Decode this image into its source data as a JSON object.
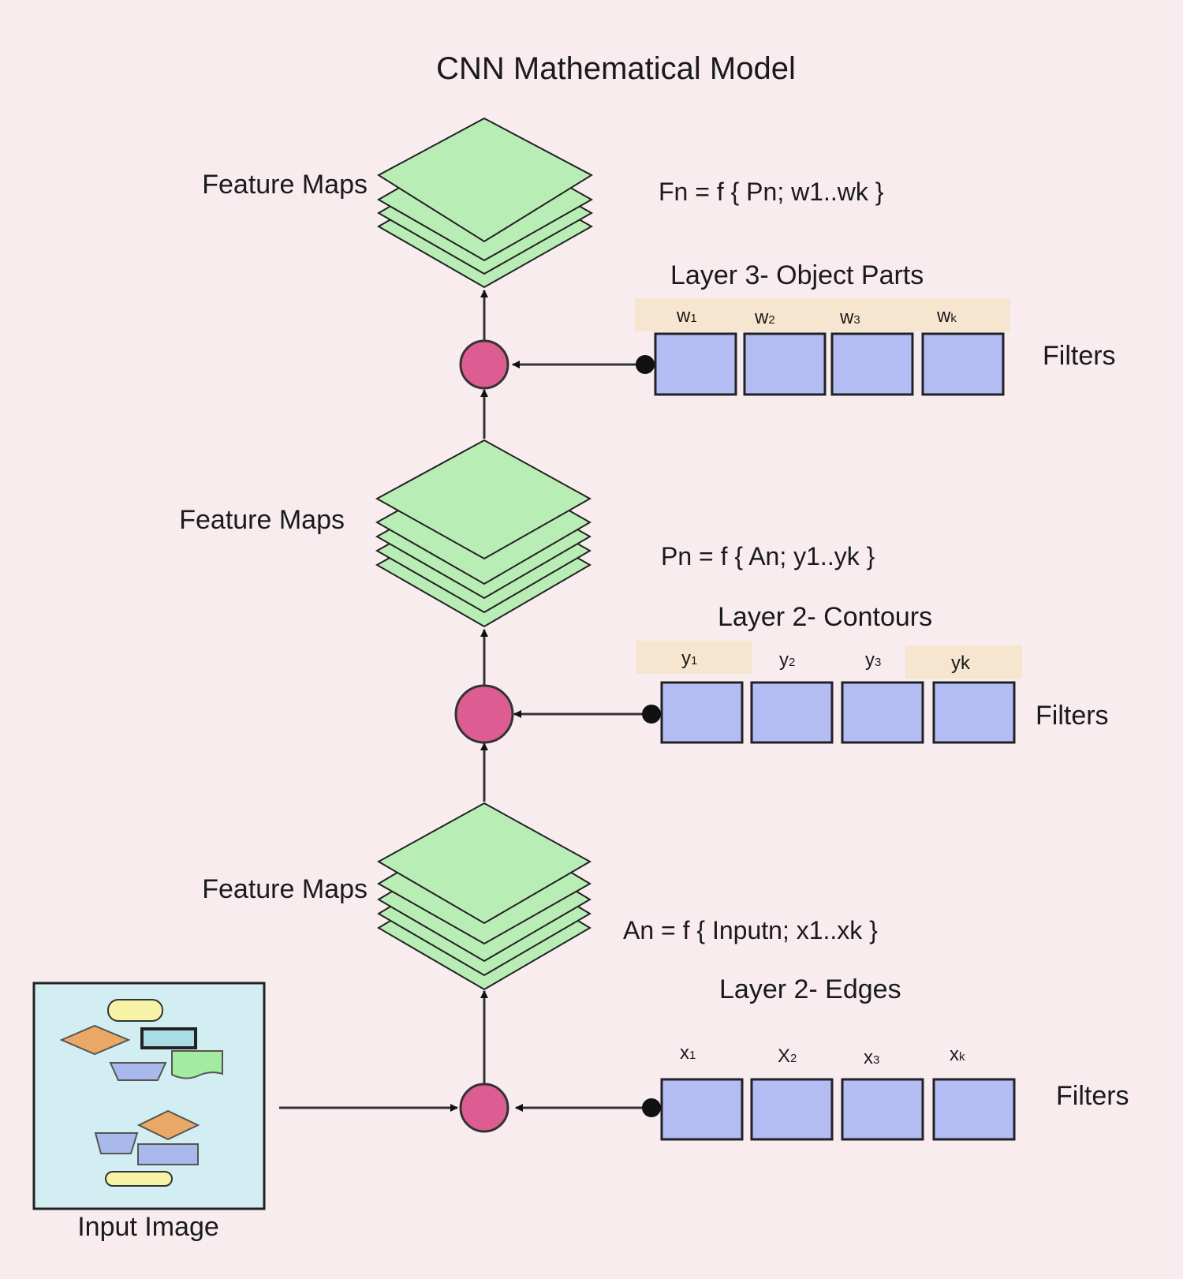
{
  "title": "CNN Mathematical Model",
  "colors": {
    "background": "#f8ecef",
    "feature_map": "#b8edb6",
    "node": "#dd5c91",
    "filter": "#b4bcf4",
    "filter_label_bg": "#f6e6cf",
    "input_image": "#d3eef2"
  },
  "layers": [
    {
      "label": "Layer 3- Object Parts",
      "feature_maps_label": "Feature Maps",
      "formula": "Fn = f { Pn;  w1..wk }",
      "filters_label": "Filters",
      "filters": [
        {
          "base": "w",
          "sub": "1"
        },
        {
          "base": "w",
          "sub": "2"
        },
        {
          "base": "w",
          "sub": "3"
        },
        {
          "base": "w",
          "sub": "k"
        }
      ]
    },
    {
      "label": "Layer 2- Contours",
      "feature_maps_label": "Feature Maps",
      "formula": "Pn = f { An;  y1..yk }",
      "filters_label": "Filters",
      "filters": [
        {
          "base": "y",
          "sub": "1"
        },
        {
          "base": "y",
          "sub": "2"
        },
        {
          "base": "y",
          "sub": "3"
        },
        {
          "base": "yk",
          "sub": ""
        }
      ]
    },
    {
      "label": "Layer 2- Edges",
      "feature_maps_label": "Feature Maps",
      "formula": "An = f { Inputn;  x1..xk }",
      "filters_label": "Filters",
      "filters": [
        {
          "base": "x",
          "sub": "1"
        },
        {
          "base": "X",
          "sub": "2"
        },
        {
          "base": "x",
          "sub": "3"
        },
        {
          "base": "x",
          "sub": "k"
        }
      ]
    }
  ],
  "input_image": {
    "label": "Input Image"
  }
}
